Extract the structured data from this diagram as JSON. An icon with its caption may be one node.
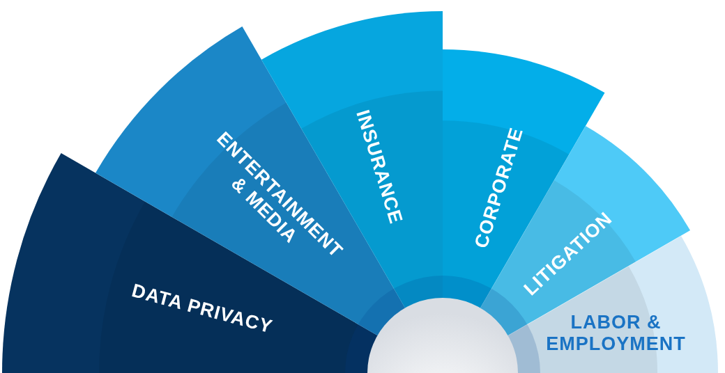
{
  "diagram": {
    "nodes": [
      {
        "text": [
          "DATA PRIVACY"
        ]
      },
      {
        "text": [
          "ENTERTAINMENT & MEDIA"
        ]
      },
      {
        "text": [
          "INSURANCE"
        ]
      },
      {
        "text": [
          "CORPORATE"
        ]
      },
      {
        "text": [
          "LITIGATION"
        ]
      },
      {
        "text": [
          "LABOR & EMPLOYMENT"
        ]
      }
    ]
  }
}
